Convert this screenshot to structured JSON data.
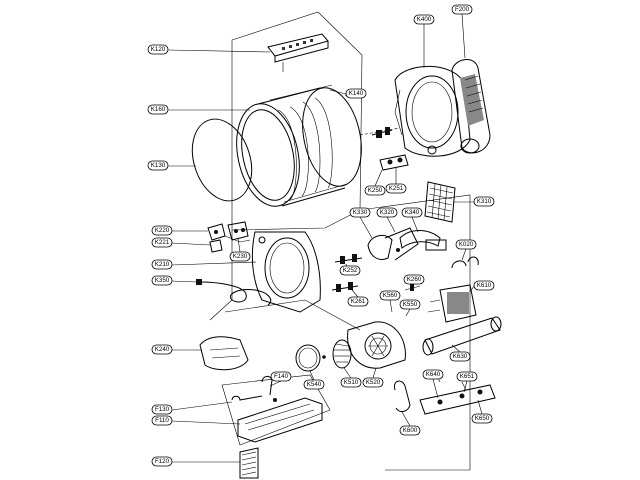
{
  "diagram": {
    "labels": [
      {
        "id": "k120",
        "text": "K120"
      },
      {
        "id": "k140",
        "text": "K140"
      },
      {
        "id": "k160",
        "text": "K160"
      },
      {
        "id": "k130",
        "text": "K130"
      },
      {
        "id": "k400",
        "text": "K400"
      },
      {
        "id": "f200",
        "text": "F200"
      },
      {
        "id": "k220",
        "text": "K220"
      },
      {
        "id": "k221",
        "text": "K221"
      },
      {
        "id": "k230",
        "text": "K230"
      },
      {
        "id": "k210",
        "text": "K210"
      },
      {
        "id": "k350",
        "text": "K350"
      },
      {
        "id": "k250",
        "text": "K250"
      },
      {
        "id": "k251",
        "text": "K251"
      },
      {
        "id": "k310",
        "text": "K310"
      },
      {
        "id": "k330",
        "text": "K330"
      },
      {
        "id": "k320",
        "text": "K320"
      },
      {
        "id": "k340",
        "text": "K340"
      },
      {
        "id": "k020",
        "text": "K020"
      },
      {
        "id": "k252",
        "text": "K252"
      },
      {
        "id": "k260",
        "text": "K260"
      },
      {
        "id": "k610",
        "text": "K610"
      },
      {
        "id": "k261",
        "text": "K261"
      },
      {
        "id": "k560",
        "text": "K560"
      },
      {
        "id": "k550",
        "text": "K550"
      },
      {
        "id": "k240",
        "text": "K240"
      },
      {
        "id": "k630",
        "text": "K630"
      },
      {
        "id": "k540",
        "text": "K540"
      },
      {
        "id": "k510",
        "text": "K510"
      },
      {
        "id": "k520",
        "text": "K520"
      },
      {
        "id": "k640",
        "text": "K640"
      },
      {
        "id": "k651",
        "text": "K651"
      },
      {
        "id": "f140",
        "text": "F140"
      },
      {
        "id": "f130",
        "text": "F130"
      },
      {
        "id": "f110",
        "text": "F110"
      },
      {
        "id": "k650",
        "text": "K650"
      },
      {
        "id": "k600",
        "text": "K600"
      },
      {
        "id": "f120",
        "text": "F120"
      }
    ]
  }
}
